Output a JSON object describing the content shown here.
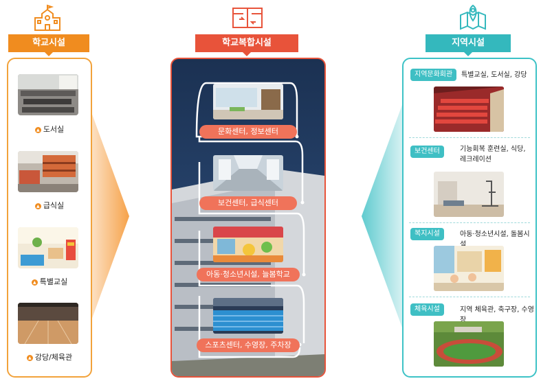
{
  "school": {
    "title": "학교시설",
    "items": [
      {
        "label": "도서실"
      },
      {
        "label": "급식실"
      },
      {
        "label": "특별교실"
      },
      {
        "label": "강당/체육관"
      }
    ]
  },
  "complex": {
    "title": "학교복합시설",
    "items": [
      {
        "label": "문화센터, 정보센터"
      },
      {
        "label": "보건센터, 급식센터"
      },
      {
        "label": "아동·청소년시설, 늘봄학교"
      },
      {
        "label": "스포츠센터, 수영장, 주차장"
      }
    ]
  },
  "region": {
    "title": "지역시설",
    "items": [
      {
        "tag": "지역문화회관",
        "desc": "특별교실, 도서실, 강당"
      },
      {
        "tag": "보건센터",
        "desc_1": "기능회복 훈련실, 식당,",
        "desc_2": "레크레이션"
      },
      {
        "tag": "복지시설",
        "desc": "아동·청소년시설, 돌봄시설"
      },
      {
        "tag": "체육시설",
        "desc": "지역 체육관, 축구장, 수영장"
      }
    ]
  },
  "colors": {
    "school": "#f08c1f",
    "complex": "#e8533a",
    "region": "#34b8bd"
  }
}
